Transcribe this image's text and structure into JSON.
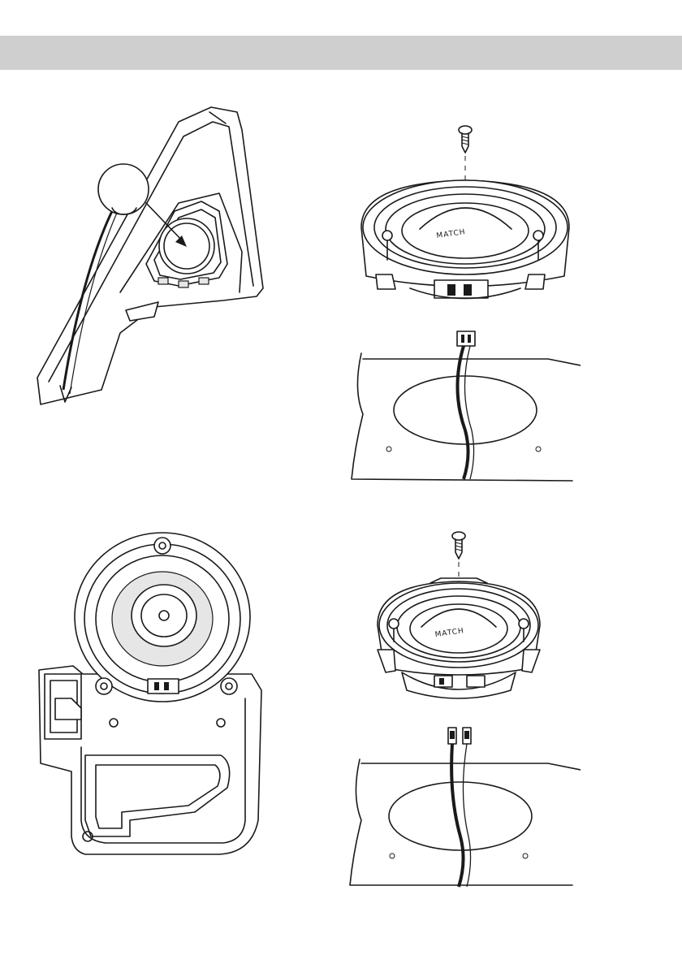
{
  "header": {
    "color": "#cfcfcf"
  },
  "figures": {
    "a_pillar_tweeter": {
      "icon": "a-pillar-tweeter-install-illustration"
    },
    "front_speaker_install": {
      "icon": "speaker-screw-mount-illustration",
      "brand_logo": "MATCH"
    },
    "oem_speaker_bracket": {
      "icon": "oem-speaker-bracket-illustration"
    },
    "rear_speaker_install": {
      "icon": "speaker-screw-mount-illustration",
      "brand_logo": "MATCH"
    }
  }
}
